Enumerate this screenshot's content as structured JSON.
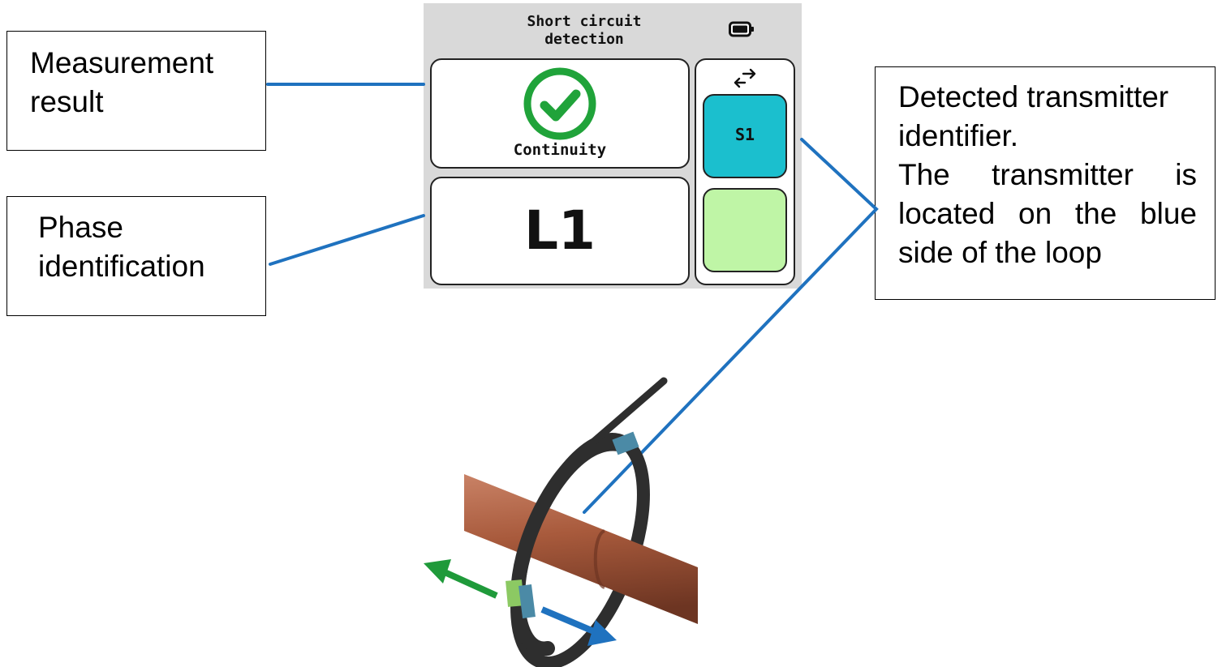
{
  "callouts": {
    "measurement": "Measurement\nresult",
    "phase": "Phase\nidentification",
    "transmitter": {
      "line1": "Detected transmitter",
      "line2": "identifier.",
      "line3": "The transmitter is",
      "line4": "located on the blue",
      "line5": "side of the loop"
    }
  },
  "device": {
    "title": "Short circuit\ndetection",
    "battery_icon": "battery-full-icon",
    "result_icon": "check-circle-icon",
    "result_label": "Continuity",
    "phase_label": "L1",
    "swap_icon": "swap-arrows-icon",
    "slots": [
      {
        "label": "S1",
        "color": "#1bbfce"
      },
      {
        "label": "",
        "color": "#bff5a6"
      }
    ]
  },
  "colors": {
    "leader_line": "#1f72bf",
    "check": "#20a33a",
    "pipe": "#a8573a",
    "loop": "#2e2e2e",
    "arrow_green": "#1f9a3a",
    "arrow_blue": "#1f72bf"
  }
}
